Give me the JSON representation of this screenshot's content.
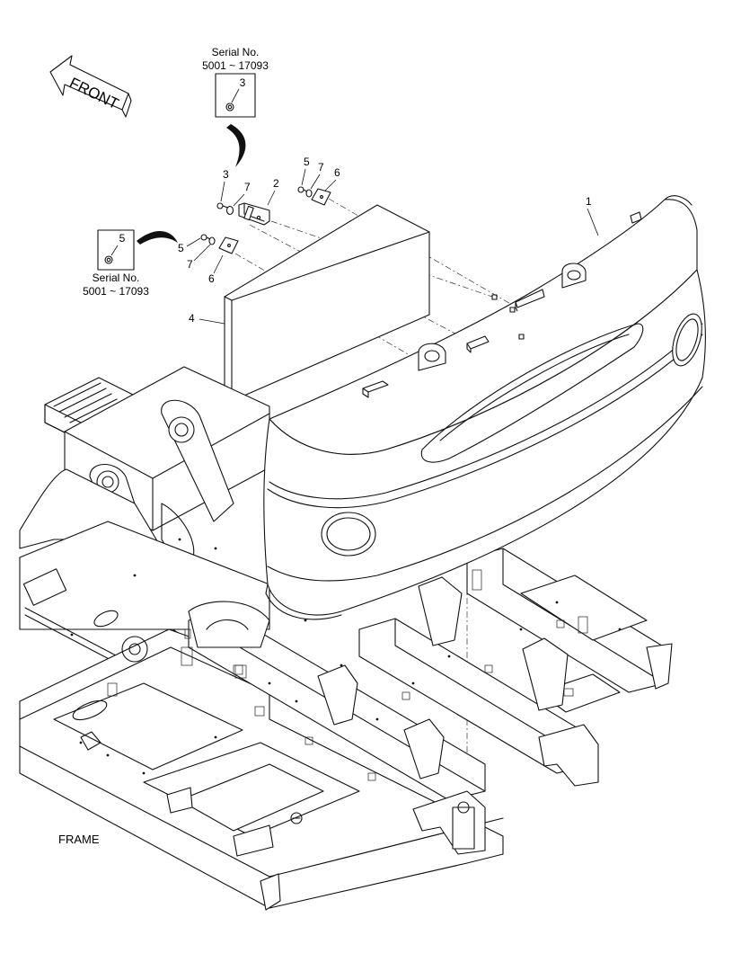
{
  "diagram": {
    "front_label": "FRONT",
    "frame_label": "FRAME",
    "inset_top": {
      "serial_title": "Serial No.",
      "serial_range": "5001 ~ 17093",
      "part": "3"
    },
    "inset_left": {
      "serial_title": "Serial No.",
      "serial_range": "5001 ~ 17093",
      "part": "5"
    },
    "callouts": {
      "c1": "1",
      "c2": "2",
      "c3": "3",
      "c4": "4",
      "c5a": "5",
      "c5b": "5",
      "c6a": "6",
      "c6b": "6",
      "c7a": "7",
      "c7b": "7"
    }
  }
}
